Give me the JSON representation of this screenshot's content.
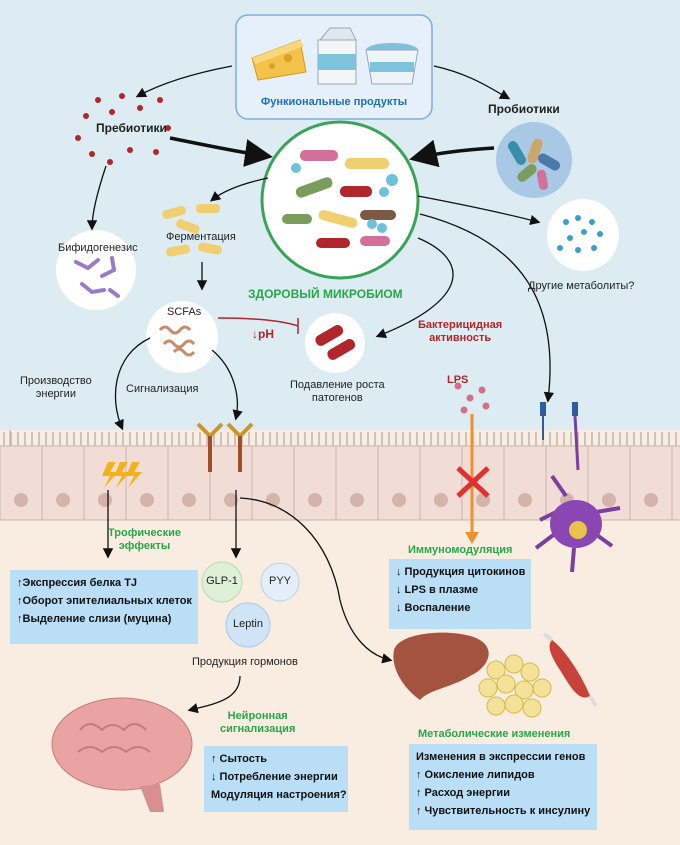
{
  "functional_foods": "Функиональные продукты",
  "prebiotics": "Пребиотики",
  "probiotics": "Пробиотики",
  "bifidogenesis": "Бифидогенезис",
  "fermentation": "Ферментация",
  "healthy_microbiome": "ЗДОРОВЫЙ МИКРОБИОМ",
  "other_metabolites": "Другие метаболиты?",
  "scfas": "SCFAs",
  "ph": "↓pH",
  "pathogen_suppression": [
    "Подавление роста",
    "патогенов"
  ],
  "bactericidal": [
    "Бактерицидная",
    "активность"
  ],
  "energy_production": [
    "Производство",
    "энергии"
  ],
  "signaling": "Сигнализация",
  "lps": "LPS",
  "trophic_effects": [
    "Трофические",
    "эффекты"
  ],
  "trophic_box": [
    "↑Экспрессия белка TJ",
    "↑Оборот эпителиальных клеток",
    "↑Выделение слизи (муцина)"
  ],
  "immunomodulation": "Иммуномодуляция",
  "immune_box": [
    "↓ Продукция цитокинов",
    "↓ LPS в плазме",
    "↓ Воспаление"
  ],
  "hormones": [
    "GLP-1",
    "PYY",
    "Leptin"
  ],
  "hormone_production": "Продукция гормонов",
  "neural_signaling": [
    "Нейронная",
    "сигнализация"
  ],
  "neural_box": [
    "↑ Сытость",
    "↓ Потребление энергии",
    "Модуляция настроения?"
  ],
  "metabolic_changes": "Метаболические изменения",
  "metabolic_box": [
    "Изменения в экспрессии генов",
    "↑ Окисление липидов",
    "↑ Расход энергии",
    "↑ Чувствительность к инсулину"
  ],
  "colors": {
    "green": "#2aa64a",
    "red": "#b0262a",
    "blue": "#1f6fb5",
    "box": "#b9def6"
  }
}
